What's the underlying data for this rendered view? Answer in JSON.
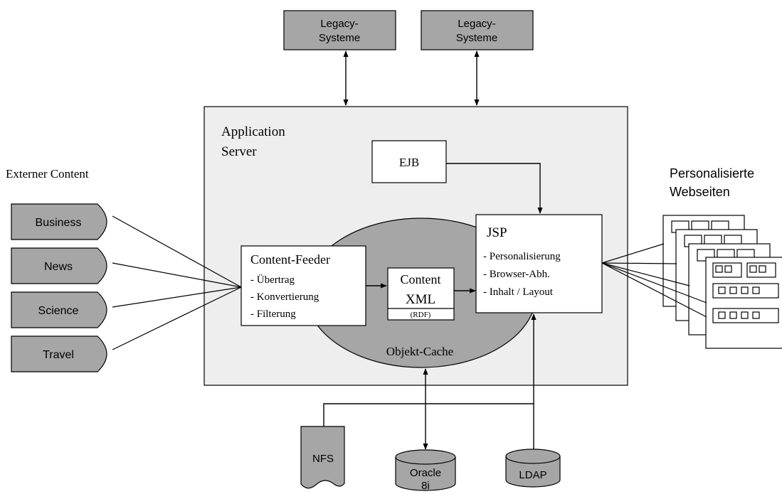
{
  "legacy": [
    {
      "line1": "Legacy-",
      "line2": "Systeme"
    },
    {
      "line1": "Legacy-",
      "line2": "Systeme"
    }
  ],
  "app_server": {
    "line1": "Application",
    "line2": "Server"
  },
  "ejb": {
    "label": "EJB"
  },
  "external_content": {
    "label": "Externer Content",
    "sources": [
      "Business",
      "News",
      "Science",
      "Travel"
    ]
  },
  "feeder": {
    "title": "Content-Feeder",
    "items": [
      "- Übertrag",
      "- Konvertierung",
      "- Filterung"
    ]
  },
  "content_xml": {
    "line1": "Content",
    "line2": "XML",
    "sub": "(RDF)"
  },
  "cache": {
    "label": "Objekt-Cache"
  },
  "jsp": {
    "title": "JSP",
    "items": [
      "- Personalisierung",
      "- Browser-Abh.",
      "- Inhalt / Layout"
    ]
  },
  "personalized": {
    "line1": "Personalisierte",
    "line2": "Webseiten"
  },
  "stores": {
    "nfs": "NFS",
    "oracle_line1": "Oracle",
    "oracle_line2": "8i",
    "ldap": "LDAP"
  },
  "colors": {
    "shape_fill": "#a6a6a6",
    "server_fill": "#eeeeee",
    "line": "#000000"
  }
}
